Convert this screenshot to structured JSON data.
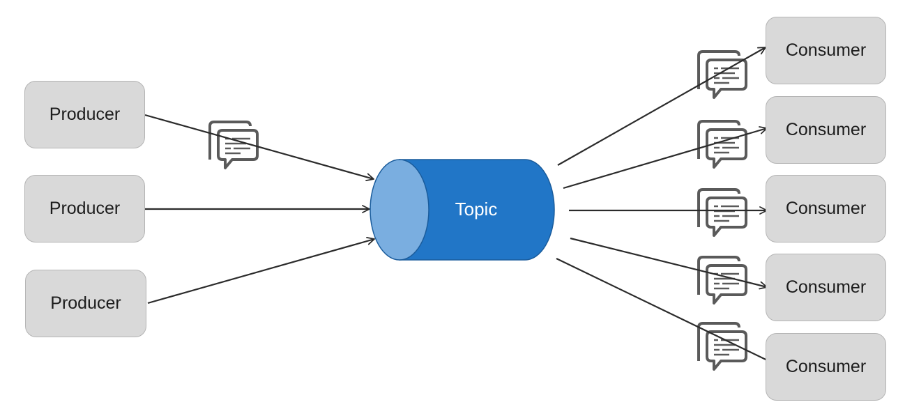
{
  "producers": [
    {
      "label": "Producer"
    },
    {
      "label": "Producer"
    },
    {
      "label": "Producer"
    }
  ],
  "topic": {
    "label": "Topic"
  },
  "consumers": [
    {
      "label": "Consumer"
    },
    {
      "label": "Consumer"
    },
    {
      "label": "Consumer"
    },
    {
      "label": "Consumer"
    },
    {
      "label": "Consumer"
    }
  ],
  "icons": {
    "message": "message-stack-icon"
  },
  "colors": {
    "box_fill": "#d9d9d9",
    "box_border": "#b4b4b4",
    "topic_body": "#2176c7",
    "topic_face": "#7aaee0",
    "arrow": "#2b2b2b",
    "icon": "#5a5a5a"
  }
}
